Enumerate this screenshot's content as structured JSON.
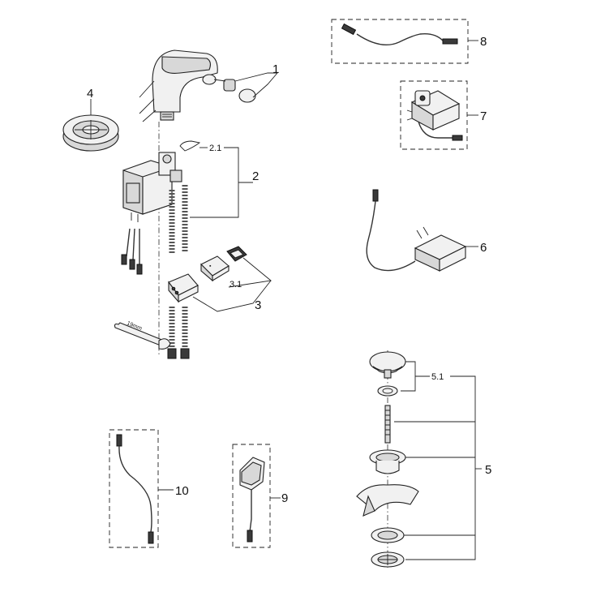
{
  "labels": {
    "item_1": "1",
    "item_2": "2",
    "item_2_1": "2.1",
    "item_3": "3",
    "item_3_1": "3.1",
    "item_4": "4",
    "item_5": "5",
    "item_5_1": "5.1",
    "item_6": "6",
    "item_7": "7",
    "item_8": "8",
    "item_9": "9",
    "item_10": "10"
  },
  "annotations": {
    "wrench_size": "19mm"
  }
}
